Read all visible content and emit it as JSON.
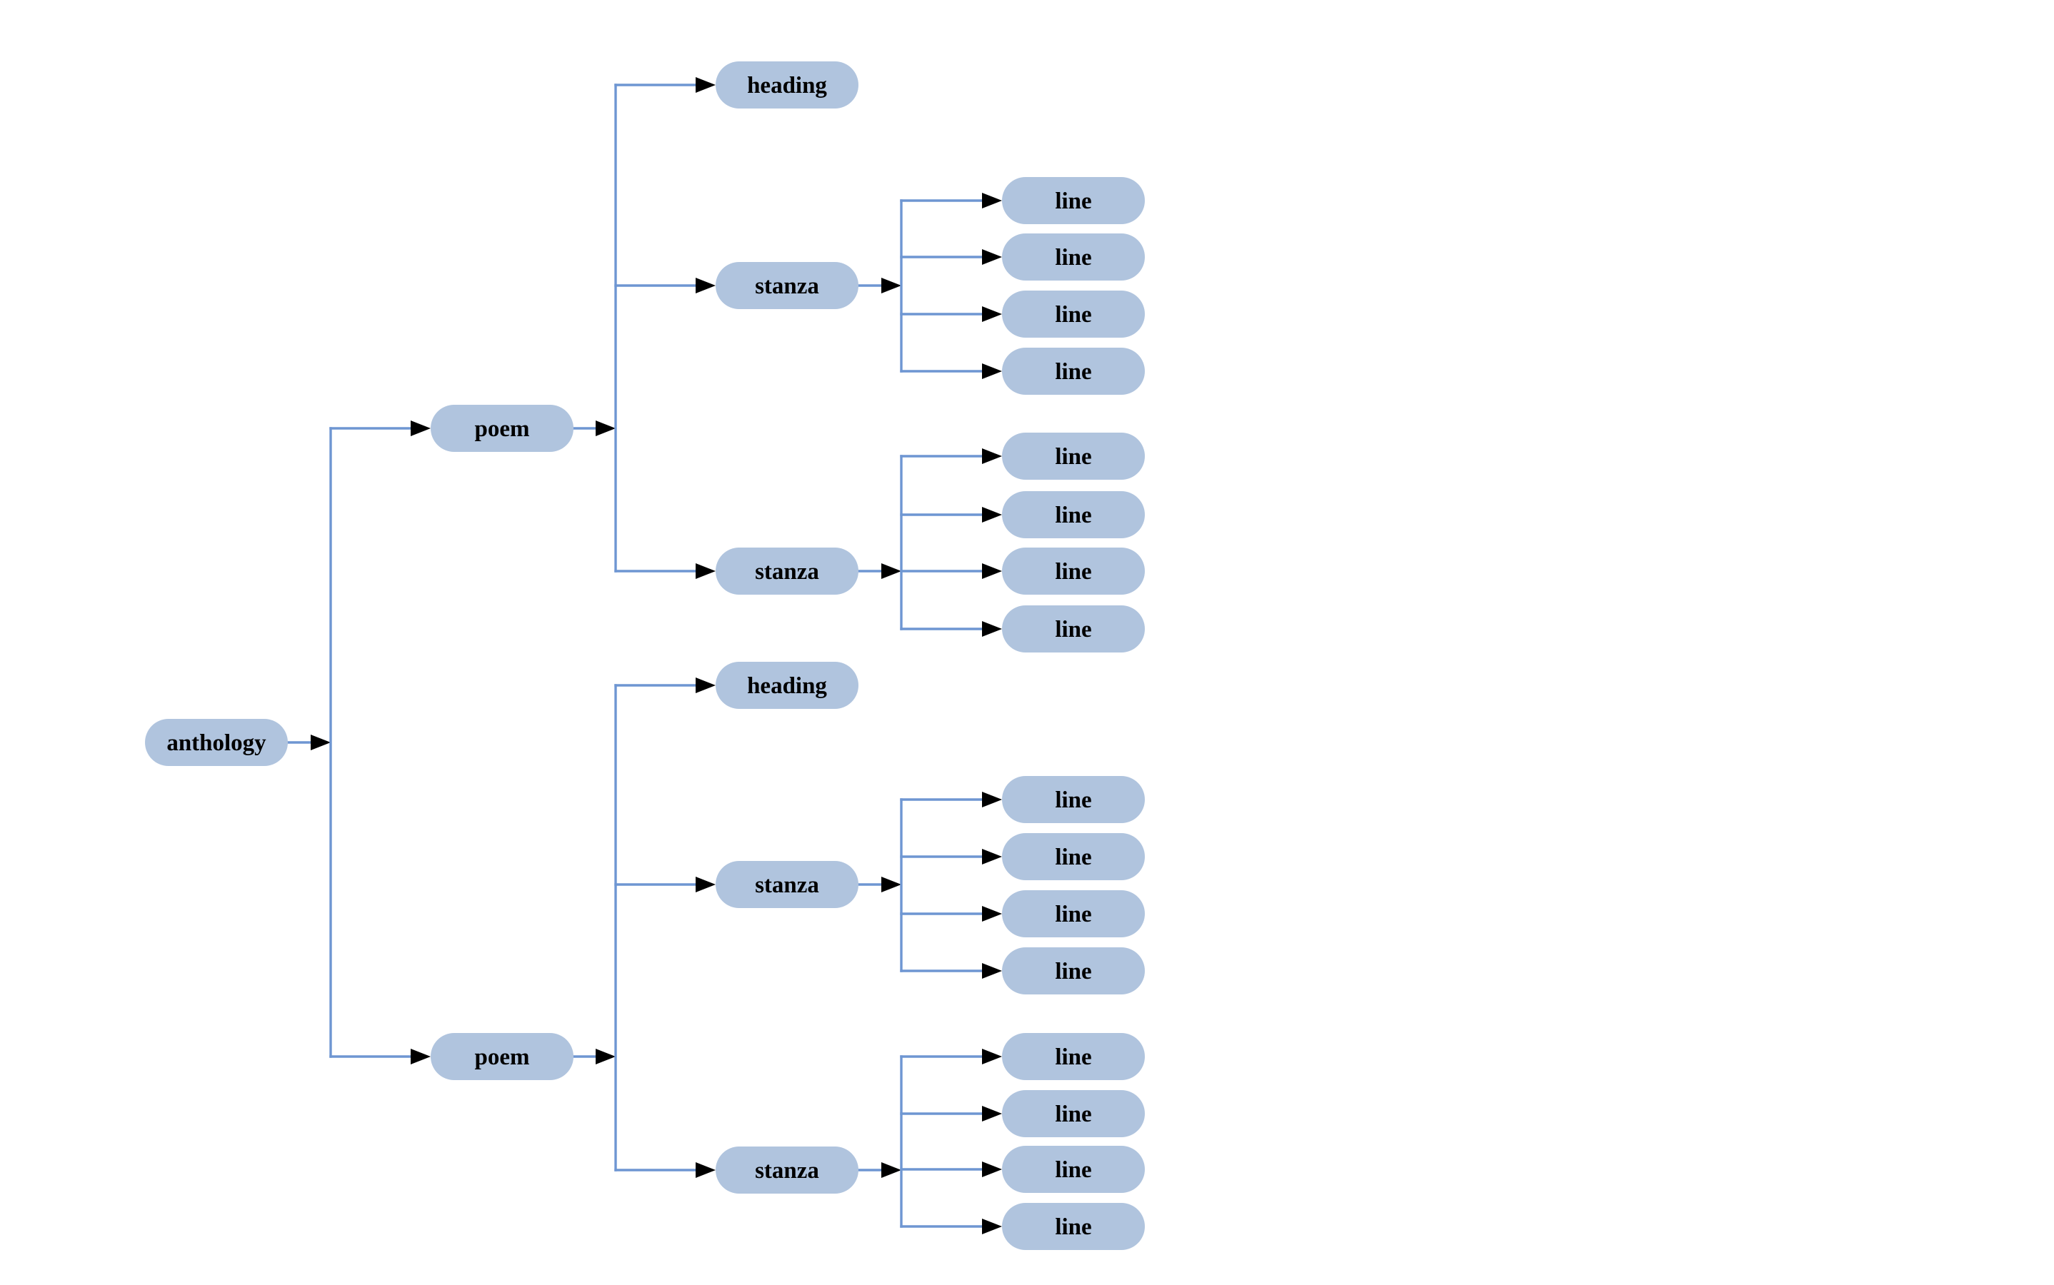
{
  "background_color": "#ffffff",
  "colors": {
    "node_fill": "#b0c4de",
    "edge_line": "#6e96d2",
    "arrowhead": "#000000",
    "node_text": "#000000"
  },
  "tree": {
    "label": "anthology",
    "children": [
      {
        "label": "poem",
        "children": [
          {
            "label": "heading"
          },
          {
            "label": "stanza",
            "children": [
              {
                "label": "line"
              },
              {
                "label": "line"
              },
              {
                "label": "line"
              },
              {
                "label": "line"
              }
            ]
          },
          {
            "label": "stanza",
            "children": [
              {
                "label": "line"
              },
              {
                "label": "line"
              },
              {
                "label": "line"
              },
              {
                "label": "line"
              }
            ]
          }
        ]
      },
      {
        "label": "poem",
        "children": [
          {
            "label": "heading"
          },
          {
            "label": "stanza",
            "children": [
              {
                "label": "line"
              },
              {
                "label": "line"
              },
              {
                "label": "line"
              },
              {
                "label": "line"
              }
            ]
          },
          {
            "label": "stanza",
            "children": [
              {
                "label": "line"
              },
              {
                "label": "line"
              },
              {
                "label": "line"
              },
              {
                "label": "line"
              }
            ]
          }
        ]
      }
    ]
  }
}
